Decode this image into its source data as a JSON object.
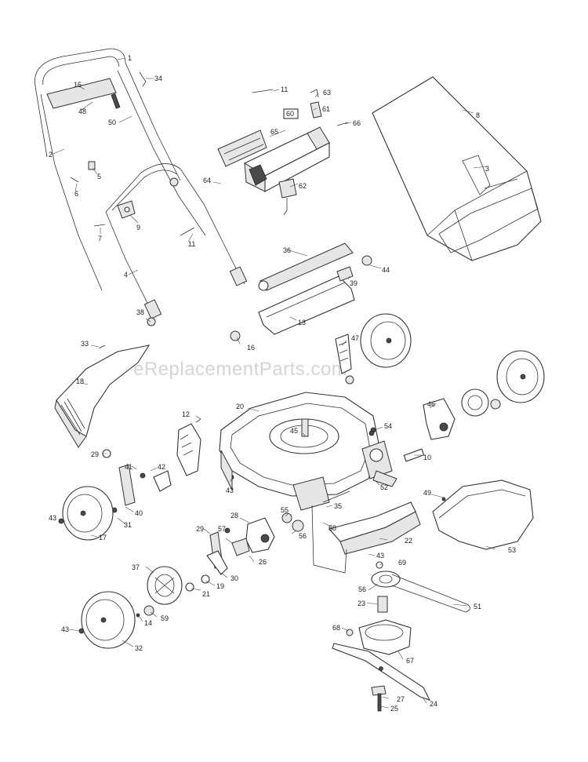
{
  "watermark": "eReplacementParts.com",
  "labels": {
    "l1": "1",
    "l34": "34",
    "l15": "15",
    "l48": "48",
    "l50": "50",
    "l2": "2",
    "l5": "5",
    "l6": "6",
    "l9": "9",
    "l7": "7",
    "l11a": "11",
    "l4": "4",
    "l11b": "11",
    "l63": "63",
    "l61": "61",
    "l60": "60",
    "l65": "65",
    "l66": "66",
    "l64": "64",
    "l62": "62",
    "l8": "8",
    "l3": "3",
    "l36": "36",
    "l44": "44",
    "l39": "39",
    "l13": "13",
    "l38": "38",
    "l16": "16",
    "l47": "47",
    "l33": "33",
    "l18": "18",
    "l20": "20",
    "l12": "12",
    "l46": "46",
    "l45": "45",
    "l54": "54",
    "l10": "10",
    "l29a": "29",
    "l41": "41",
    "l42": "42",
    "l43a": "43",
    "l52": "52",
    "l49": "49",
    "l40": "40",
    "l31": "31",
    "l43b": "43",
    "l17": "17",
    "l28": "28",
    "l55": "55",
    "l35": "35",
    "l56a": "56",
    "l58": "58",
    "l22": "22",
    "l53": "53",
    "l29b": "29",
    "l57": "57",
    "l26": "26",
    "l43c": "43",
    "l69": "69",
    "l37": "37",
    "l30": "30",
    "l19": "19",
    "l21": "21",
    "l56b": "56",
    "l51": "51",
    "l23": "23",
    "l59": "59",
    "l14": "14",
    "l43d": "43",
    "l32": "32",
    "l68": "68",
    "l67": "67",
    "l27": "27",
    "l24": "24",
    "l25": "25"
  }
}
